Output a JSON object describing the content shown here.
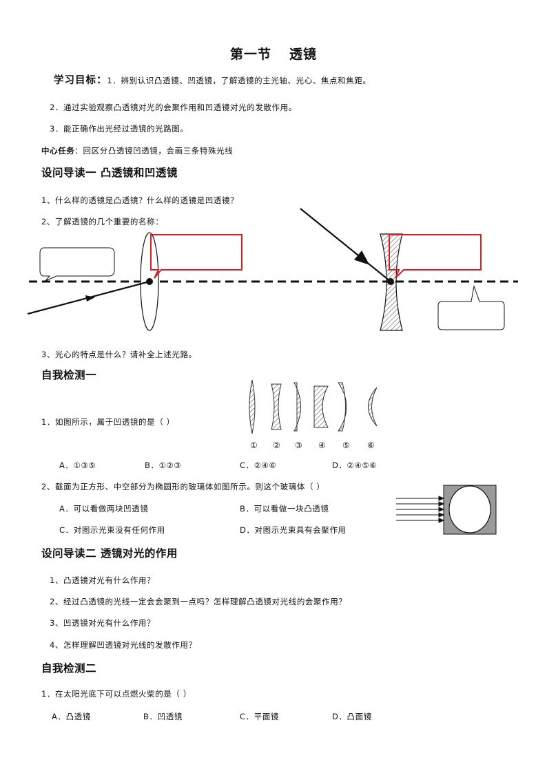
{
  "title": {
    "section": "第一节",
    "topic": "透镜"
  },
  "objectives": {
    "label": "学习目标：",
    "item1": "1．辨别认识凸透镜、凹透镜，了解透镜的主光轴、光心、焦点和焦距。",
    "item2": "2．通过实验观察凸透镜对光的会聚作用和凹透镜对光的发散作用。",
    "item3": "3．能正确作出光经过透镜的光路图。"
  },
  "central_task": {
    "label": "中心任务",
    "text": "：回区分凸透镜凹透镜，会画三条特殊光线"
  },
  "section1": {
    "heading": "设问导读一  凸透镜和凹透镜",
    "q1": "1、什么样的透镜是凸透镜？什么样的透镜是凹透镜？",
    "q2": "2、了解透镜的几个重要的名称：",
    "q3": "3、光心的特点是什么？请补全上述光路。"
  },
  "check1": {
    "heading": "自我检测一",
    "q1": "1．如图所示，属于凹透镜的是（      ）",
    "lens_numbers": [
      "①",
      "②",
      "③",
      "④",
      "⑤",
      "⑥"
    ],
    "q1_options": [
      "A．①③⑤",
      "B．①②③",
      "C．②④⑥",
      "D．②④⑤⑥"
    ],
    "q2": "2、截面为正方形、中空部分为椭圆形的玻璃体如图所示。则这个玻璃体（      ）",
    "q2_options": [
      "A．可以看做两块凹透镜",
      "B．可以看做一块凸透镜",
      "C．对图示光束没有任何作用",
      "D．对图示光束具有会聚作用"
    ]
  },
  "section2": {
    "heading": "设问导读二  透镜对光的作用",
    "q1": "1、凸透镜对光有什么作用？",
    "q2": "2、经过凸透镜的光线一定会会聚到一点吗？怎样理解凸透镜对光线的会聚作用？",
    "q3": "3、凹透镜对光有什么作用？",
    "q4": "4、怎样理解凹透镜对光线的发散作用？"
  },
  "check2": {
    "heading": "自我检测二",
    "q1": "1．在太阳光底下可以点燃火柴的是（      ）",
    "q1_options": [
      "A．凸透镜",
      "B．凹透镜",
      "C．平面镜",
      "D．凸面镜"
    ]
  },
  "colors": {
    "callout_red": "#d42020",
    "ink": "#111111",
    "hatch": "#555555",
    "glass_fill": "#9a9a9a"
  }
}
